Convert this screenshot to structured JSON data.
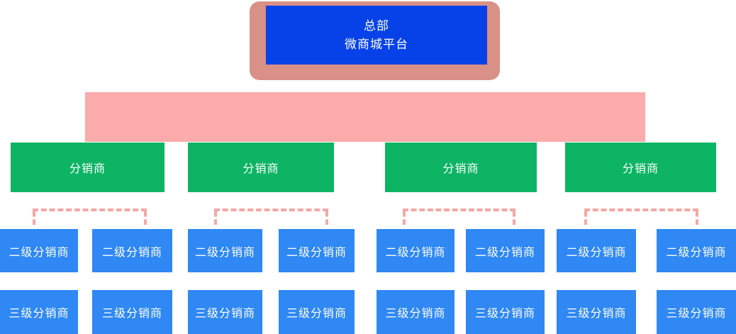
{
  "colors": {
    "root-blue": "#0742e8",
    "node-blue": "#2f88f3",
    "node-green": "#0db464",
    "bar-pink": "#fbabab",
    "hq-salmon": "#d99086",
    "dash-pink": "#f5a7a4",
    "text-white": "#ffffff",
    "canvas-bg": "#ffffff"
  },
  "diagram": {
    "type": "org-chart",
    "root": {
      "title": "总部",
      "subtitle": "微商城平台"
    },
    "level1_nodes": [
      {
        "label": "分销商"
      },
      {
        "label": "分销商"
      },
      {
        "label": "分销商"
      },
      {
        "label": "分销商"
      }
    ],
    "level2_nodes": [
      {
        "label": "二级分销商"
      },
      {
        "label": "二级分销商"
      },
      {
        "label": "二级分销商"
      },
      {
        "label": "二级分销商"
      },
      {
        "label": "二级分销商"
      },
      {
        "label": "二级分销商"
      },
      {
        "label": "二级分销商"
      },
      {
        "label": "二级分销商"
      }
    ],
    "level3_nodes": [
      {
        "label": "三级分销商"
      },
      {
        "label": "三级分销商"
      },
      {
        "label": "三级分销商"
      },
      {
        "label": "三级分销商"
      },
      {
        "label": "三级分销商"
      },
      {
        "label": "三级分销商"
      },
      {
        "label": "三级分销商"
      },
      {
        "label": "三级分销商"
      }
    ]
  }
}
